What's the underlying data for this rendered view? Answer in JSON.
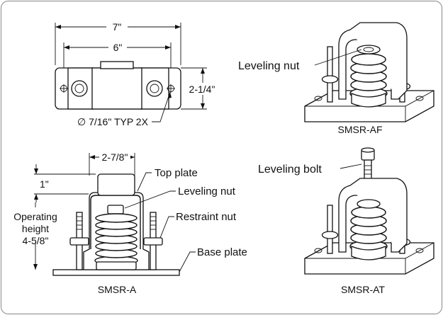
{
  "dimensions": {
    "overall_width": "7\"",
    "bolt_spacing": "6\"",
    "depth": "2-1/4\"",
    "hole_note": "∅ 7/16\" TYP 2X",
    "top_width": "2-7/8\"",
    "top_height": "1\"",
    "operating_height_line1": "Operating",
    "operating_height_line2": "height",
    "operating_height_line3": "4-5/8\""
  },
  "callouts": {
    "top_plate": "Top plate",
    "leveling_nut_a": "Leveling nut",
    "restraint_nut": "Restraint nut",
    "base_plate": "Base plate",
    "leveling_nut_af": "Leveling nut",
    "leveling_bolt": "Leveling bolt"
  },
  "models": {
    "smsr_a": "SMSR-A",
    "smsr_af": "SMSR-AF",
    "smsr_at": "SMSR-AT"
  },
  "colors": {
    "line": "#111111",
    "frame": "#9a9a9a",
    "background": "#ffffff"
  }
}
